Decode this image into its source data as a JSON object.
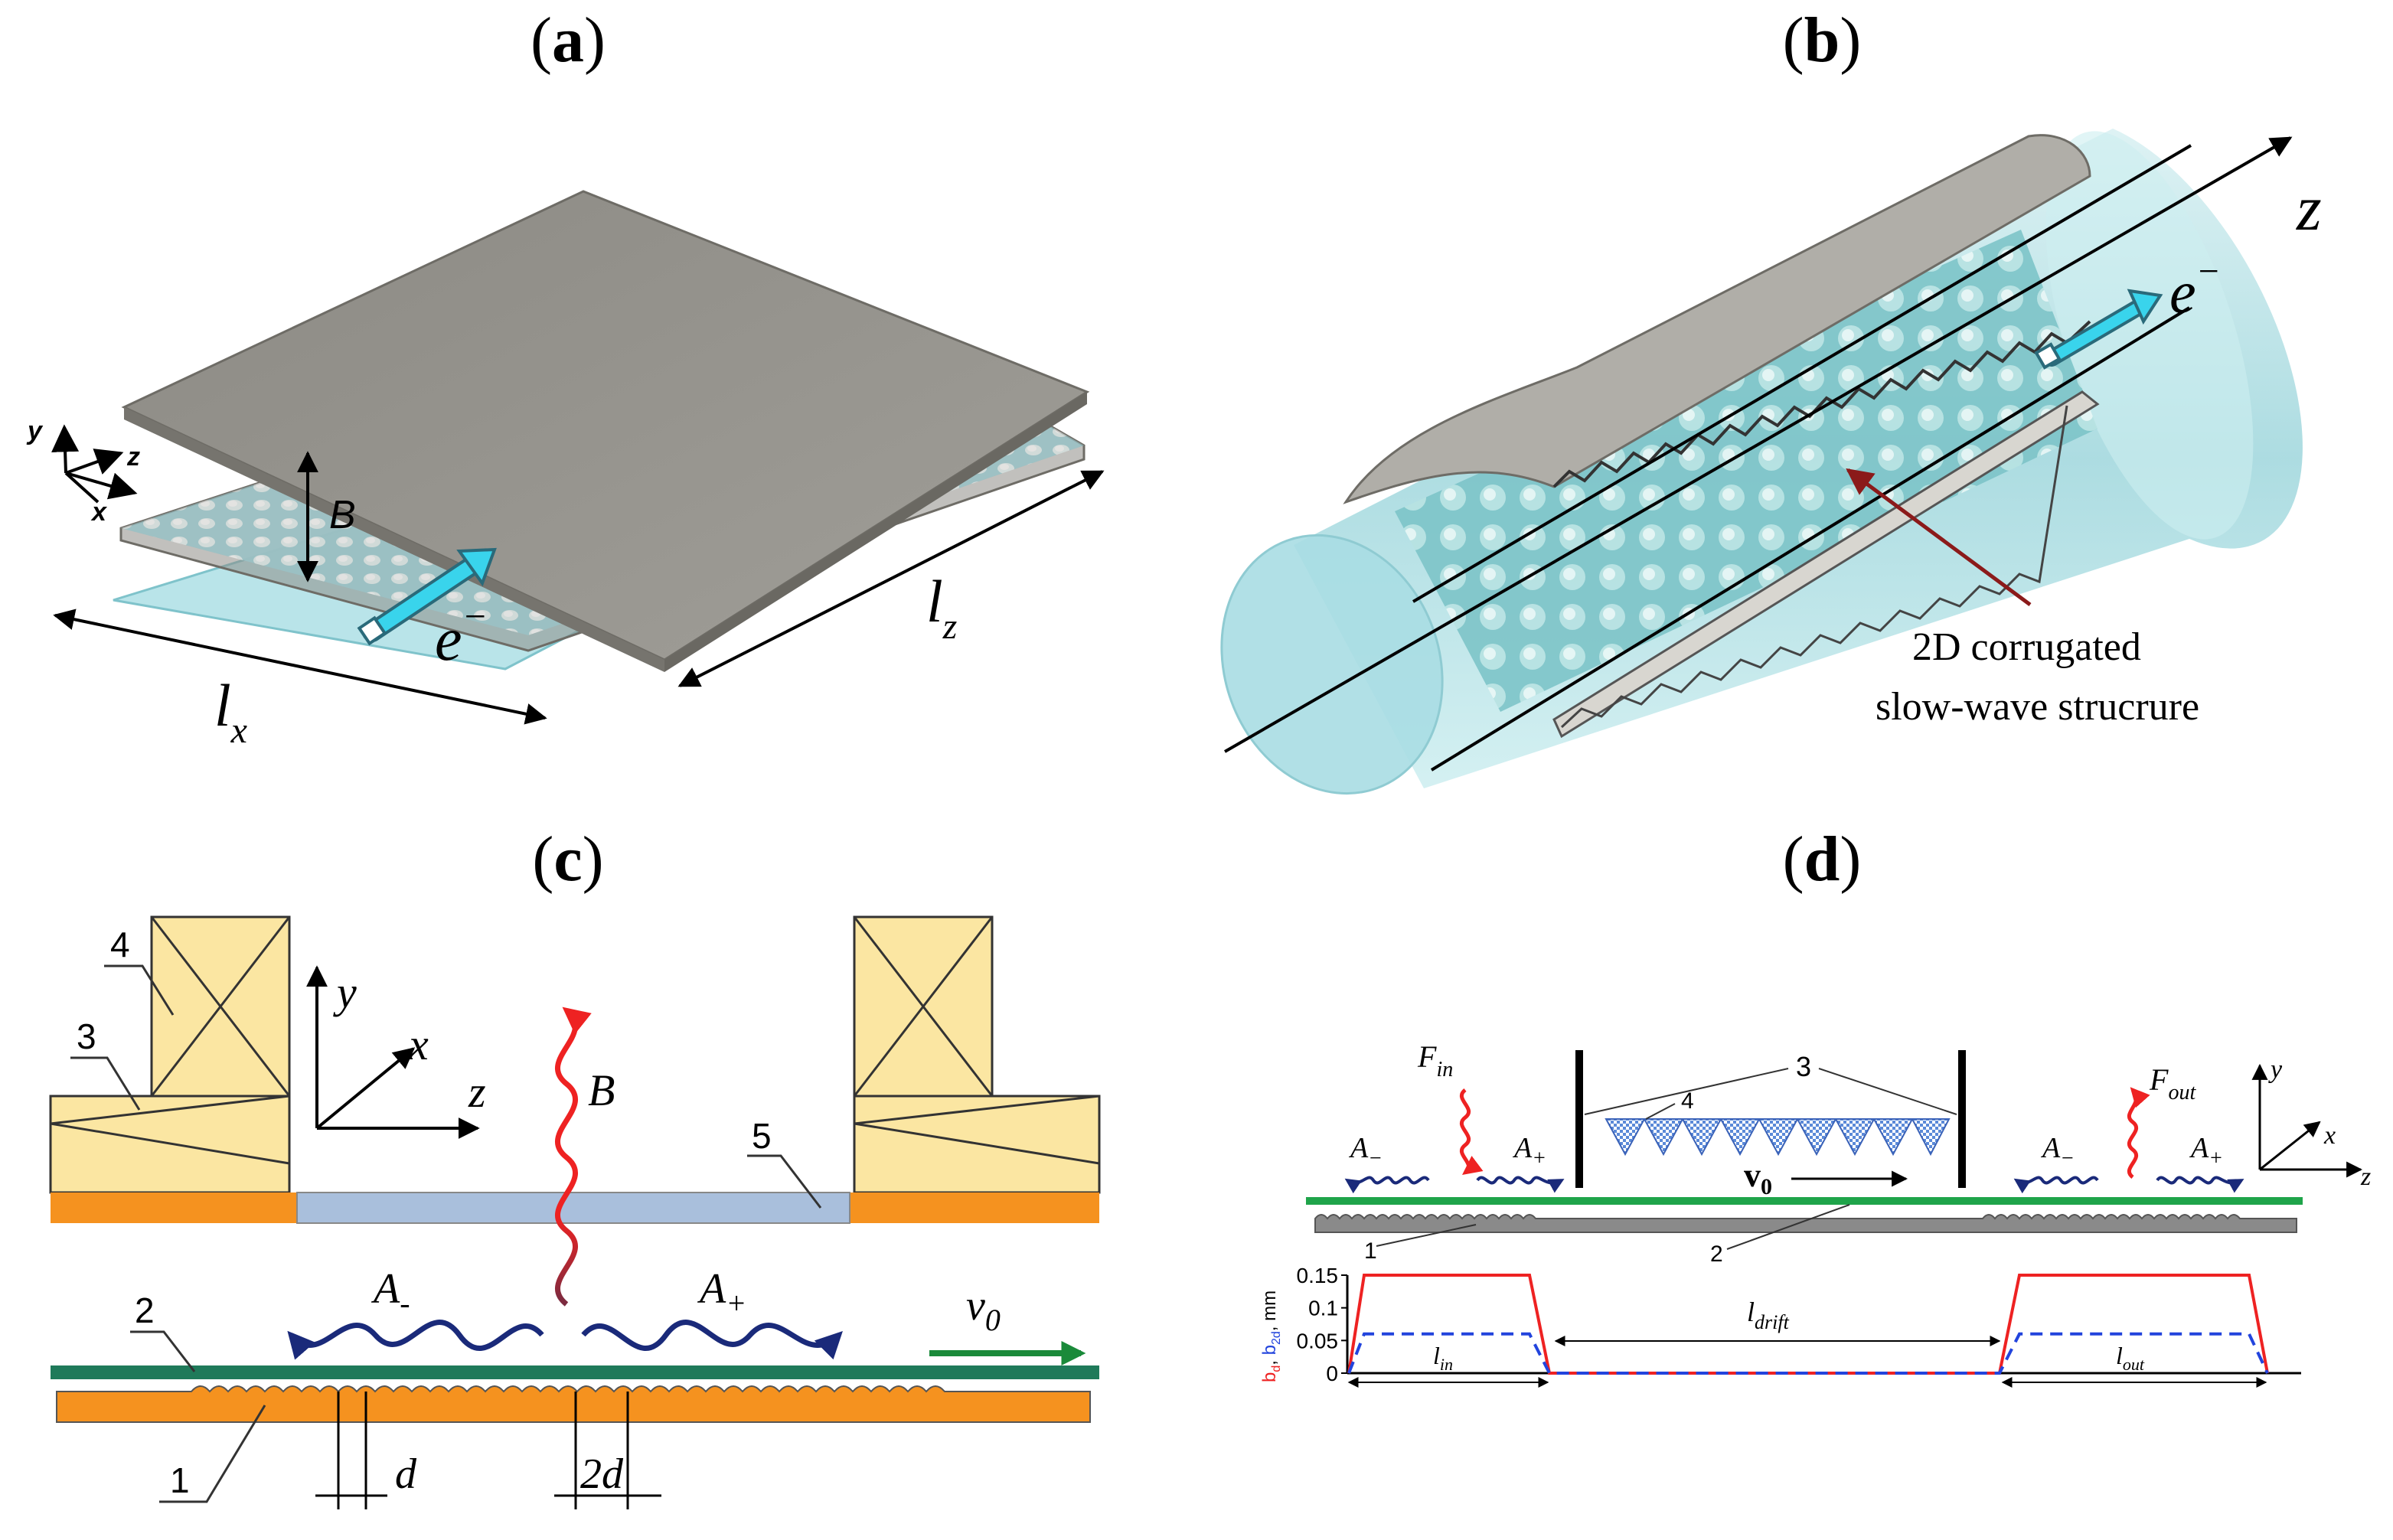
{
  "panels": {
    "a": {
      "label_open": "(",
      "label_letter": "a",
      "label_close": ")",
      "axis_y": "y",
      "axis_z": "z",
      "axis_x": "x",
      "gap_label": "B",
      "electron_label": "e",
      "electron_sup": "−",
      "lx_main": "l",
      "lx_sub": "x",
      "lz_main": "l",
      "lz_sub": "z"
    },
    "b": {
      "label_open": "(",
      "label_letter": "b",
      "label_close": ")",
      "axis_z": "z",
      "electron_label": "e",
      "electron_sup": "−",
      "annotation_line1": "2D corrugated",
      "annotation_line2": "slow-wave strucrure"
    },
    "c": {
      "label_open": "(",
      "label_letter": "c",
      "label_close": ")",
      "num_1": "1",
      "num_2": "2",
      "num_3": "3",
      "num_4": "4",
      "num_5": "5",
      "axis_y": "y",
      "axis_x": "x",
      "axis_z": "z",
      "field_B": "B",
      "wave_minus_main": "A",
      "wave_minus_sub": "-",
      "wave_plus_main": "A",
      "wave_plus_sub": "+",
      "velocity_main": "v",
      "velocity_sub": "0",
      "period_d": "d",
      "period_2d": "2d"
    },
    "d": {
      "label_open": "(",
      "label_letter": "d",
      "label_close": ")",
      "num_1": "1",
      "num_2": "2",
      "num_3": "3",
      "num_4": "4",
      "f_in_main": "F",
      "f_in_sub": "in",
      "f_out_main": "F",
      "f_out_sub": "out",
      "wave_minus_main": "A",
      "wave_minus_sub": "−",
      "wave_plus_main": "A",
      "wave_plus_sub": "+",
      "velocity_main": "v",
      "velocity_sub": "0",
      "axis_y": "y",
      "axis_x": "x",
      "axis_z": "z",
      "ylabel_b": "b",
      "ylabel_sub_d": "d",
      "ylabel_sep": ", ",
      "ylabel_b2": "b",
      "ylabel_sub_2d": "2d",
      "ylabel_unit": ", mm",
      "l_in_main": "l",
      "l_in_sub": "in",
      "l_drift_main": "l",
      "l_drift_sub": "drift",
      "l_out_main": "l",
      "l_out_sub": "out"
    }
  },
  "chart_data": {
    "type": "line",
    "ylabel": "bd, b2d, mm",
    "yticks": [
      "0",
      "0.05",
      "0.1",
      "0.15"
    ],
    "ylim": [
      0,
      0.15
    ],
    "series": [
      {
        "color": "#ee2222",
        "style": "solid",
        "values": [
          0,
          0.15,
          0.15,
          0,
          0,
          0,
          0.15,
          0.15,
          0
        ]
      },
      {
        "color": "#2244dd",
        "style": "dashed",
        "values": [
          0,
          0.06,
          0.06,
          0,
          0,
          0,
          0.06,
          0.06,
          0
        ]
      }
    ]
  },
  "colors": {
    "plate": "#8e8c86",
    "cyan": "#a8dde3",
    "orange": "#f5921f",
    "yellow": "#fbe6a2",
    "green": "#1f7a5a",
    "red": "#ee2222",
    "navy": "#1a2a7a",
    "crimson": "#8b1a1a"
  }
}
